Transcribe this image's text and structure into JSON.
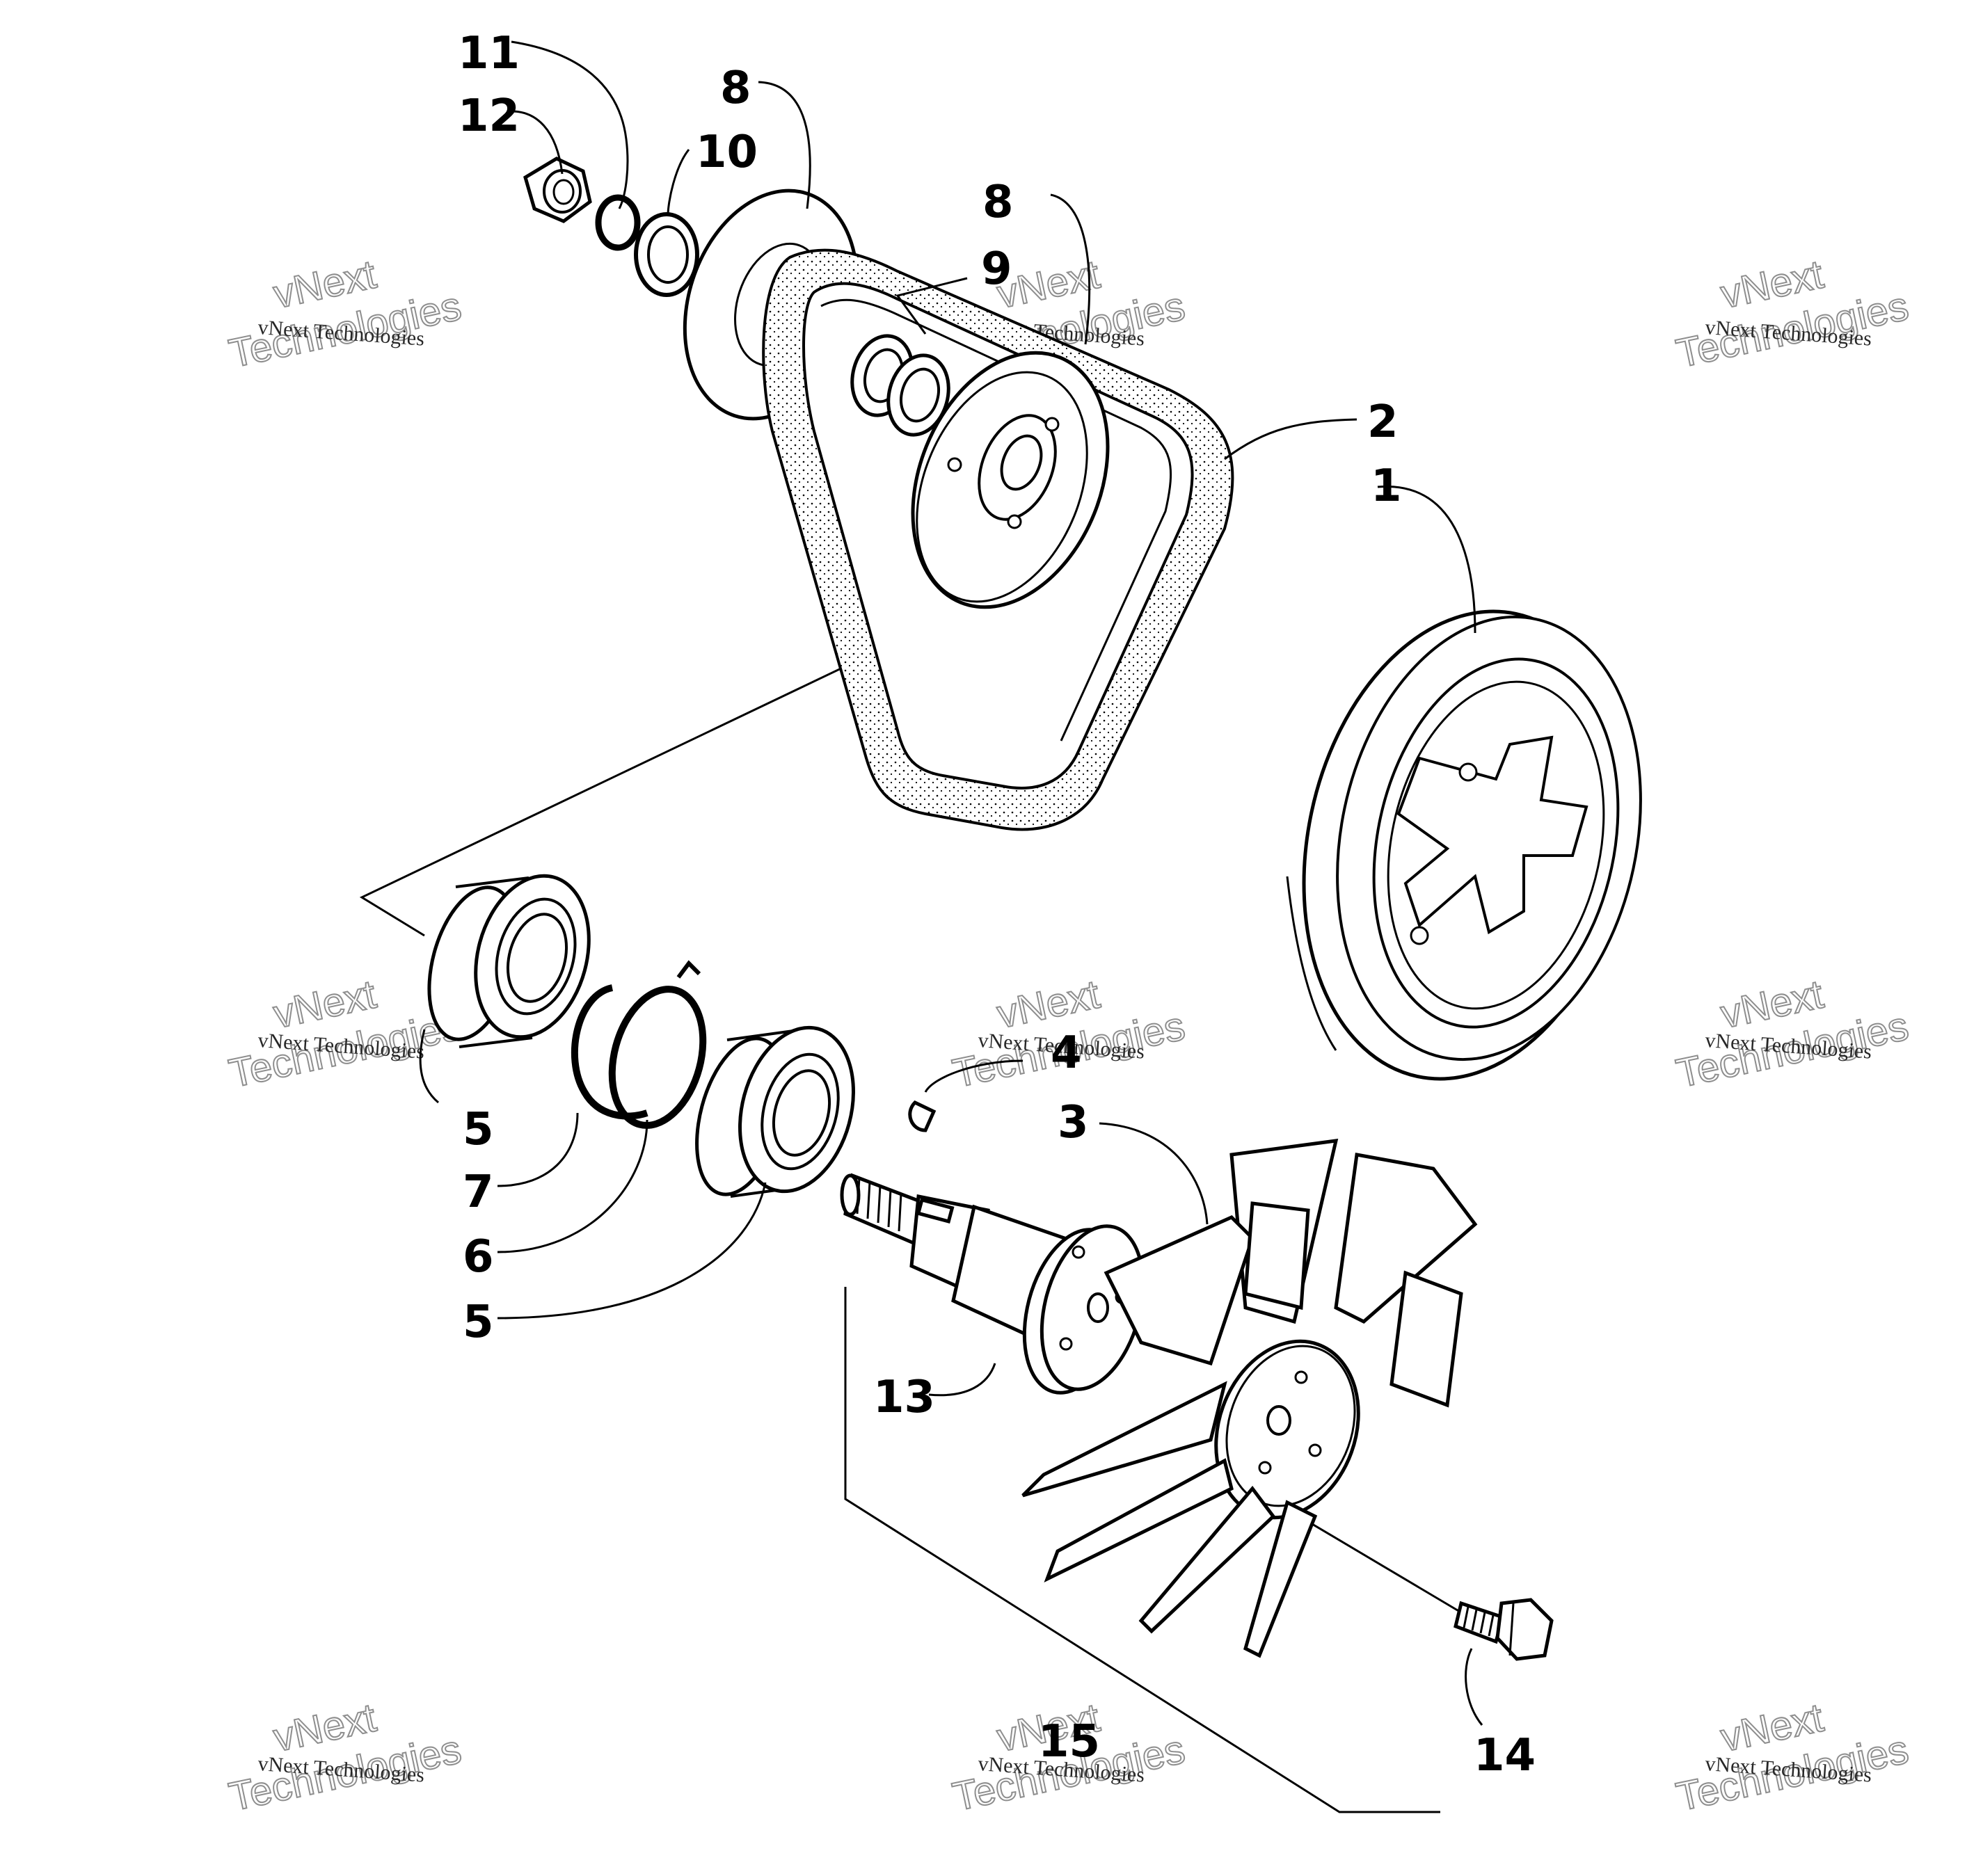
{
  "diagram": {
    "callouts": [
      "11",
      "12",
      "8",
      "10",
      "8",
      "9",
      "2",
      "1",
      "5",
      "4",
      "3",
      "7",
      "6",
      "5",
      "13",
      "15",
      "14"
    ],
    "watermark": {
      "text_small": "vNext Technologies",
      "text_big_line1": "vNext",
      "text_big_line2": "Technologies"
    }
  }
}
